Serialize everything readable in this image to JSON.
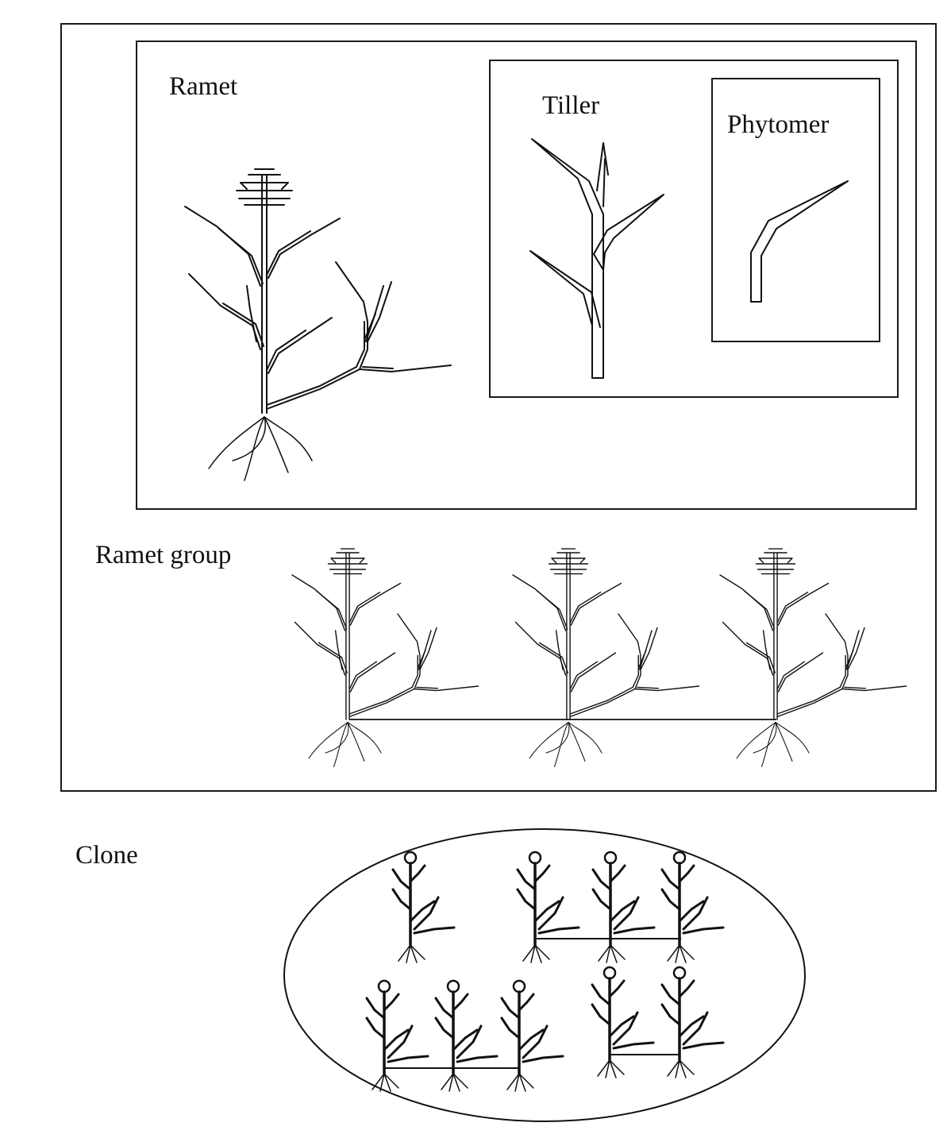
{
  "labels": {
    "ramet": "Ramet",
    "tiller": "Tiller",
    "phytomer": "Phytomer",
    "ramet_group": "Ramet group",
    "clone": "Clone"
  },
  "colors": {
    "ink": "#111111",
    "paper": "#ffffff"
  }
}
